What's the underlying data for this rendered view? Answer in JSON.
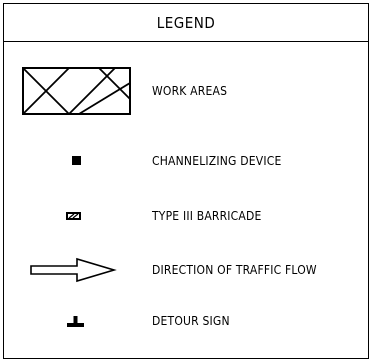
{
  "legend": {
    "title": "LEGEND",
    "items": [
      {
        "symbol": "work-area-icon",
        "label": "WORK AREAS"
      },
      {
        "symbol": "channelizing-device-icon",
        "label": "CHANNELIZING DEVICE"
      },
      {
        "symbol": "type-iii-barricade-icon",
        "label": "TYPE III BARRICADE"
      },
      {
        "symbol": "traffic-flow-arrow-icon",
        "label": "DIRECTION OF TRAFFIC FLOW"
      },
      {
        "symbol": "detour-sign-icon",
        "label": "DETOUR SIGN"
      }
    ]
  }
}
